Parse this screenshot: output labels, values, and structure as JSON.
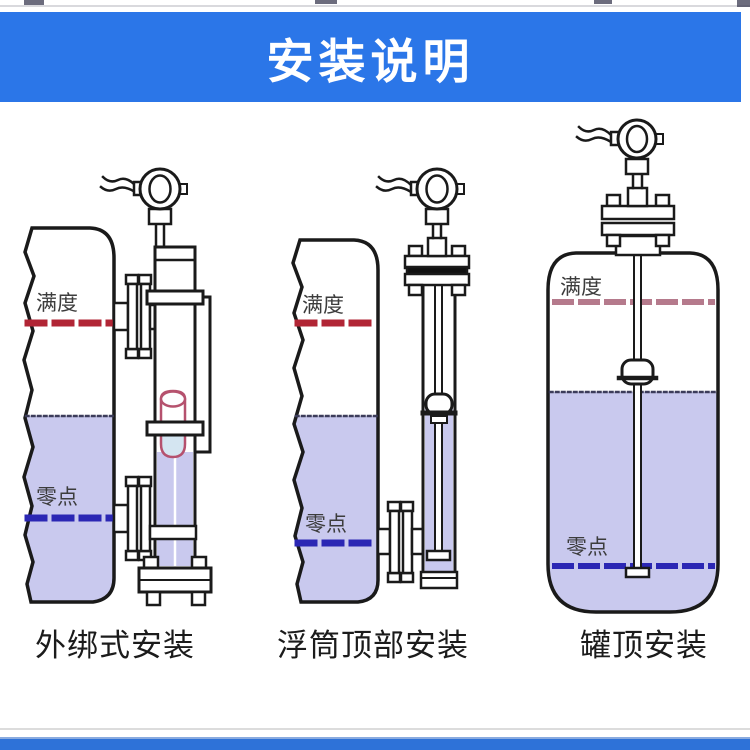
{
  "header": {
    "title": "安装说明"
  },
  "diagrams": [
    {
      "id": "external-strap-mounting",
      "caption": "外绑式安装",
      "labels": {
        "full": "满度",
        "zero": "零点"
      }
    },
    {
      "id": "chamber-top-mounting",
      "caption": "浮筒顶部安装",
      "labels": {
        "full": "满度",
        "zero": "零点"
      }
    },
    {
      "id": "tank-top-mounting",
      "caption": "罐顶安装",
      "labels": {
        "full": "满度",
        "zero": "零点"
      }
    }
  ],
  "colors": {
    "banner_blue": "#2b76e8",
    "footer_blue": "#2e72d8",
    "liquid": "#c9c9ee",
    "full_level_red": "#b12535",
    "full_level_red_faded": "#b57a8c",
    "zero_level_blue": "#2b27b4",
    "float_pink": "#b5516e",
    "outline": "#1a1a1a"
  }
}
